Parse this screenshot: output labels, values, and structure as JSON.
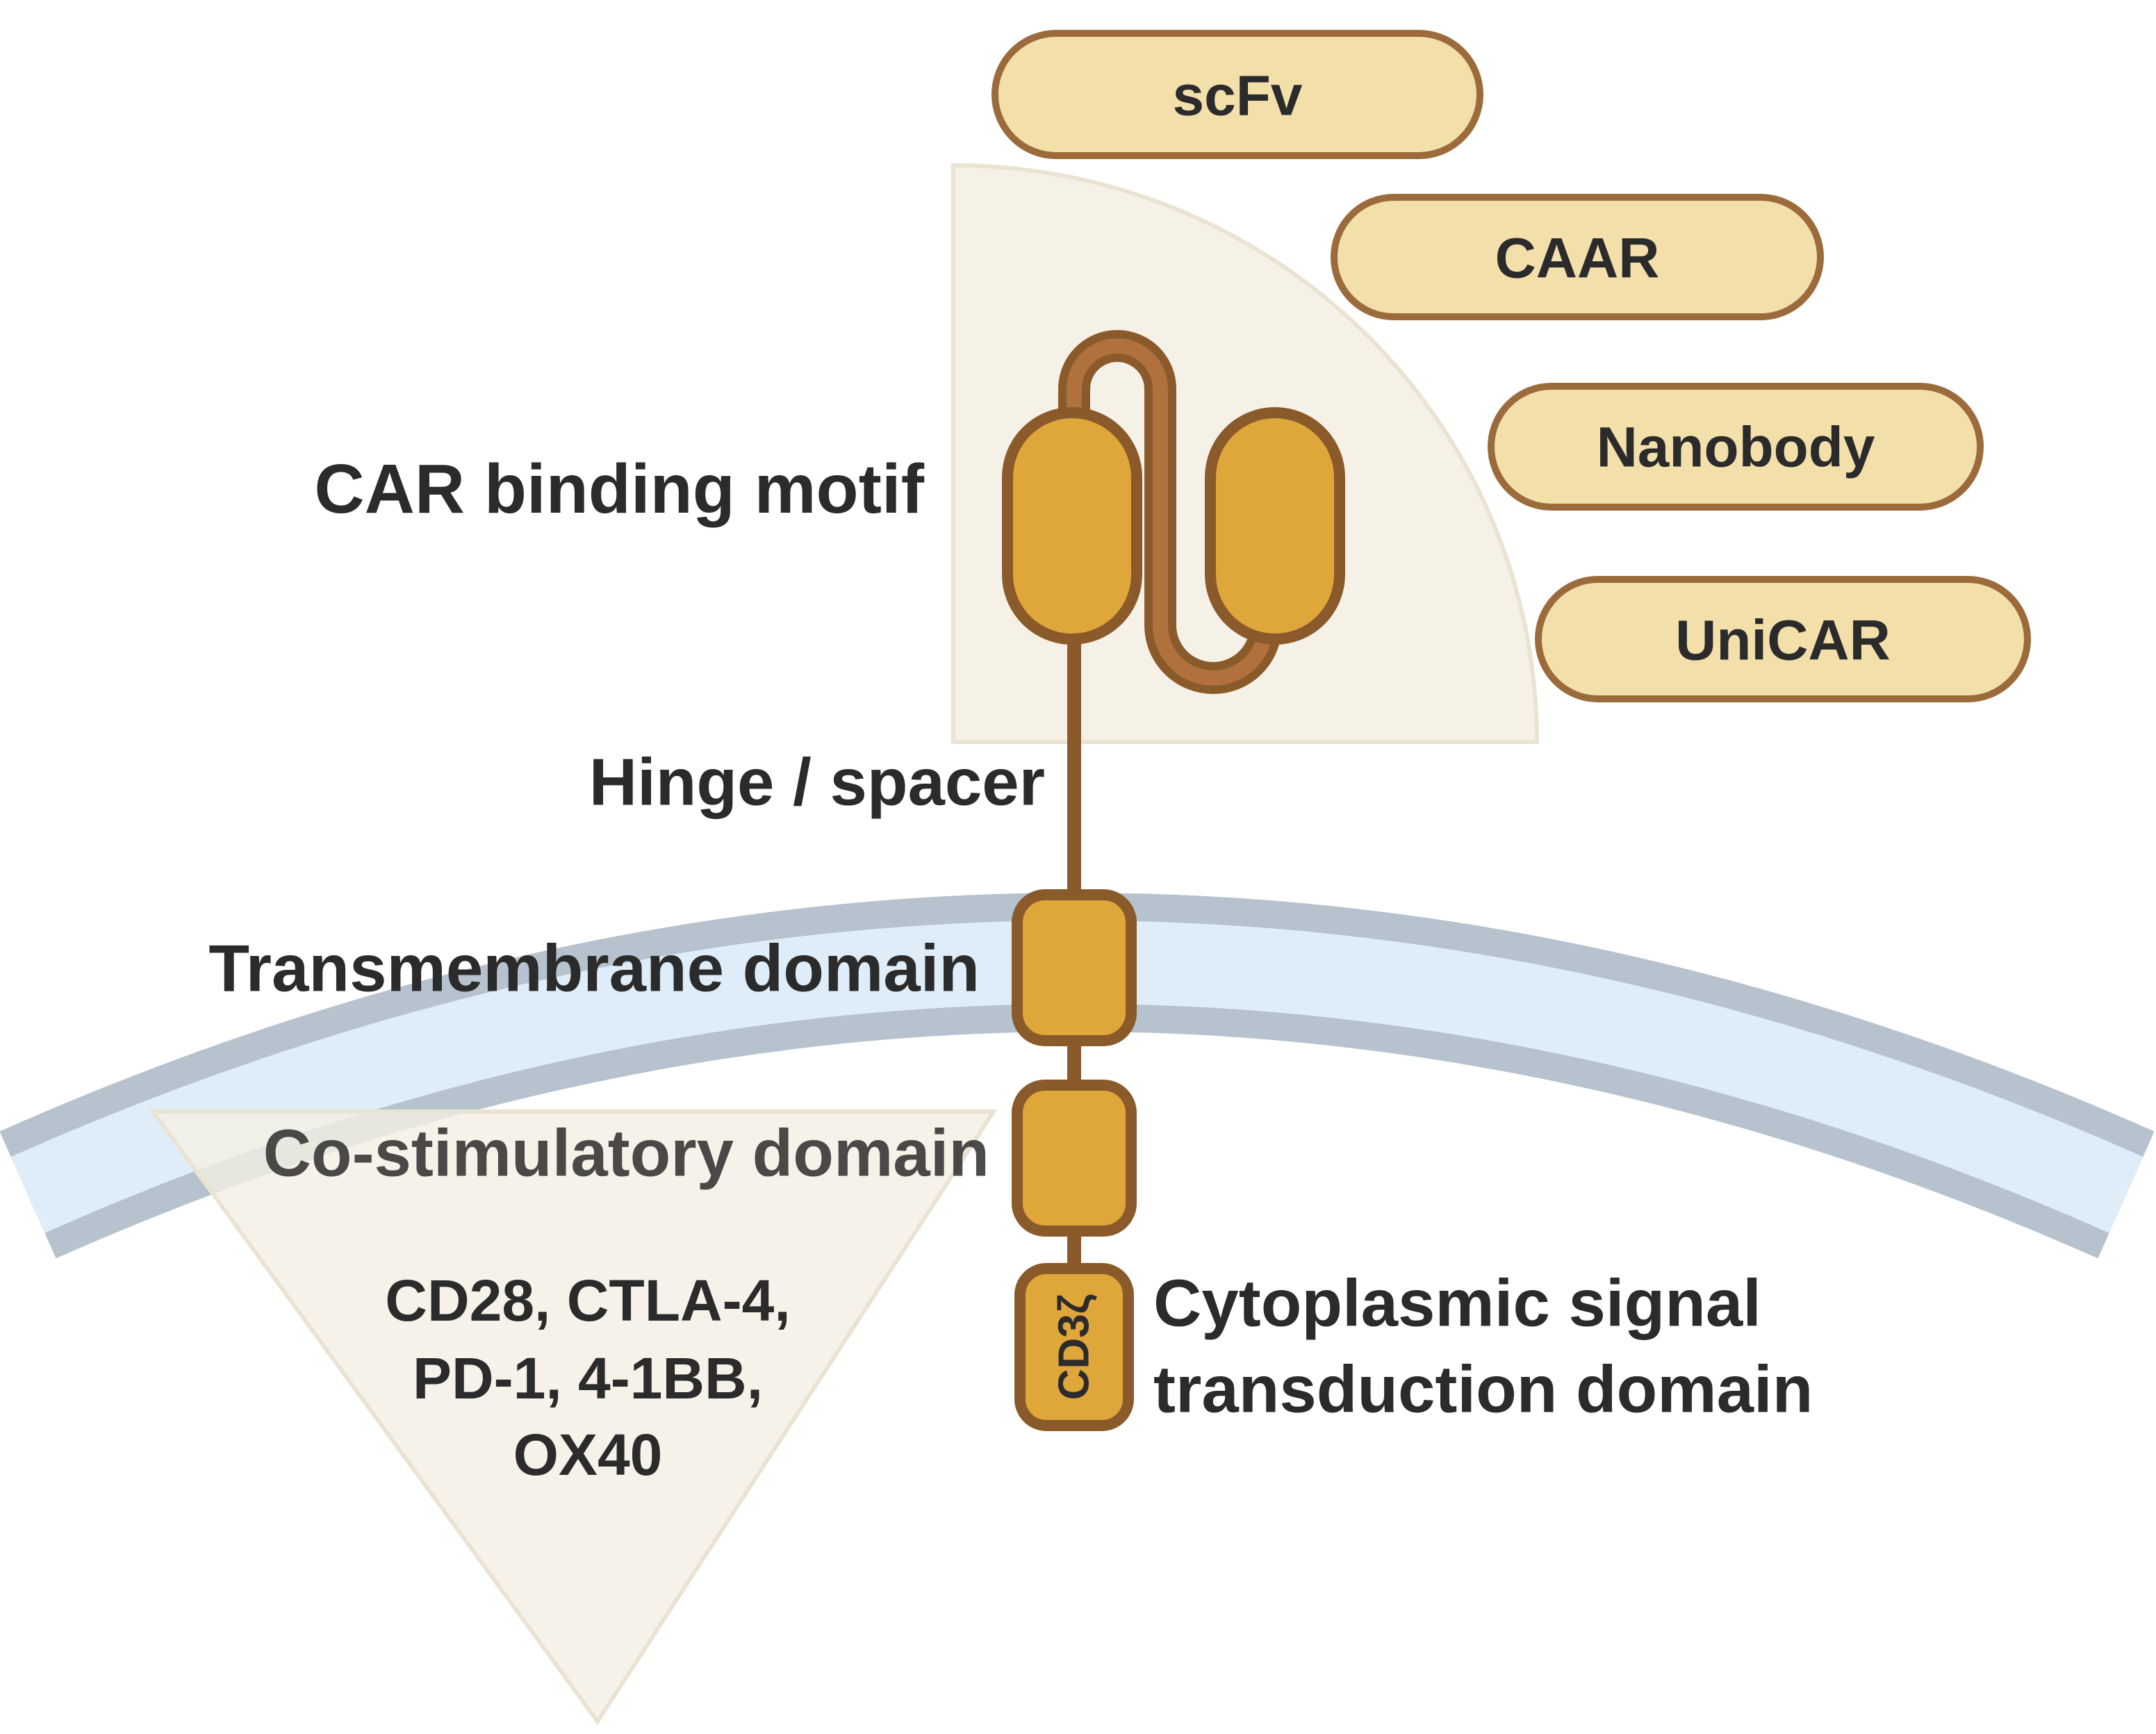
{
  "binder_options": [
    "scFv",
    "CAAR",
    "Nanobody",
    "UniCAR"
  ],
  "labels": {
    "binding_motif": "CAR binding motif",
    "hinge": "Hinge / spacer",
    "transmembrane": "Transmembrane domain",
    "costimulatory": "Co-stimulatory domain",
    "costim_examples": [
      "CD28, CTLA-4,",
      "PD-1, 4-1BB,",
      "OX40"
    ],
    "cytoplasmic": [
      "Cytoplasmic signal",
      "transduction domain"
    ],
    "cd3z": "CD3ζ"
  },
  "colors": {
    "domain_fill": "#dfa63a",
    "domain_stroke": "#8a5a2b",
    "pill_fill": "#f3dfaa",
    "pill_stroke": "#9b6b3b",
    "membrane_outer": "#b6c2cd",
    "membrane_inner": "#deedf8",
    "shade": "#f4efe3"
  }
}
